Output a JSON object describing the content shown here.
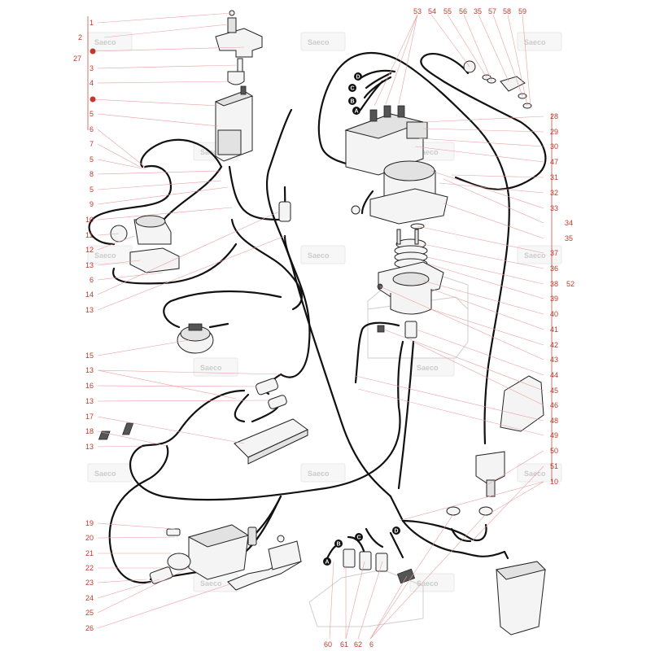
{
  "watermark": "Saeco",
  "labels": [
    {
      "id": "l1",
      "text": "1"
    },
    {
      "id": "l2",
      "text": "2"
    },
    {
      "id": "l27",
      "text": "27"
    },
    {
      "id": "l3",
      "text": "3"
    },
    {
      "id": "l4",
      "text": "4"
    },
    {
      "id": "l5a",
      "text": "5"
    },
    {
      "id": "l6a",
      "text": "6"
    },
    {
      "id": "l7",
      "text": "7"
    },
    {
      "id": "l5b",
      "text": "5"
    },
    {
      "id": "l8",
      "text": "8"
    },
    {
      "id": "l5c",
      "text": "5"
    },
    {
      "id": "l9",
      "text": "9"
    },
    {
      "id": "l10a",
      "text": "10"
    },
    {
      "id": "l11",
      "text": "11"
    },
    {
      "id": "l12",
      "text": "12"
    },
    {
      "id": "l13a",
      "text": "13"
    },
    {
      "id": "l6b",
      "text": "6"
    },
    {
      "id": "l14",
      "text": "14"
    },
    {
      "id": "l13b",
      "text": "13"
    },
    {
      "id": "l15",
      "text": "15"
    },
    {
      "id": "l13c",
      "text": "13"
    },
    {
      "id": "l16",
      "text": "16"
    },
    {
      "id": "l13d",
      "text": "13"
    },
    {
      "id": "l17",
      "text": "17"
    },
    {
      "id": "l18",
      "text": "18"
    },
    {
      "id": "l13e",
      "text": "13"
    },
    {
      "id": "l19",
      "text": "19"
    },
    {
      "id": "l20",
      "text": "20"
    },
    {
      "id": "l21",
      "text": "21"
    },
    {
      "id": "l22",
      "text": "22"
    },
    {
      "id": "l23",
      "text": "23"
    },
    {
      "id": "l24",
      "text": "24"
    },
    {
      "id": "l25",
      "text": "25"
    },
    {
      "id": "l26",
      "text": "26"
    },
    {
      "id": "l53",
      "text": "53"
    },
    {
      "id": "l54",
      "text": "54"
    },
    {
      "id": "l55",
      "text": "55"
    },
    {
      "id": "l56",
      "text": "56"
    },
    {
      "id": "l35a",
      "text": "35"
    },
    {
      "id": "l57",
      "text": "57"
    },
    {
      "id": "l58",
      "text": "58"
    },
    {
      "id": "l59",
      "text": "59"
    },
    {
      "id": "l28",
      "text": "28"
    },
    {
      "id": "l29",
      "text": "29"
    },
    {
      "id": "l30",
      "text": "30"
    },
    {
      "id": "l47",
      "text": "47"
    },
    {
      "id": "l31",
      "text": "31"
    },
    {
      "id": "l32",
      "text": "32"
    },
    {
      "id": "l33",
      "text": "33"
    },
    {
      "id": "l34",
      "text": "34"
    },
    {
      "id": "l35b",
      "text": "35"
    },
    {
      "id": "l37",
      "text": "37"
    },
    {
      "id": "l36",
      "text": "36"
    },
    {
      "id": "l38",
      "text": "38"
    },
    {
      "id": "l52",
      "text": "52"
    },
    {
      "id": "l39",
      "text": "39"
    },
    {
      "id": "l40",
      "text": "40"
    },
    {
      "id": "l41",
      "text": "41"
    },
    {
      "id": "l42",
      "text": "42"
    },
    {
      "id": "l43",
      "text": "43"
    },
    {
      "id": "l44",
      "text": "44"
    },
    {
      "id": "l45",
      "text": "45"
    },
    {
      "id": "l46",
      "text": "46"
    },
    {
      "id": "l48",
      "text": "48"
    },
    {
      "id": "l49",
      "text": "49"
    },
    {
      "id": "l50",
      "text": "50"
    },
    {
      "id": "l51",
      "text": "51"
    },
    {
      "id": "l10b",
      "text": "10"
    },
    {
      "id": "l60",
      "text": "60"
    },
    {
      "id": "l61",
      "text": "61"
    },
    {
      "id": "l62",
      "text": "62"
    },
    {
      "id": "l6c",
      "text": "6"
    }
  ],
  "connectors": [
    {
      "id": "cD1",
      "text": "D"
    },
    {
      "id": "cC1",
      "text": "C"
    },
    {
      "id": "cB1",
      "text": "B"
    },
    {
      "id": "cA1",
      "text": "A"
    },
    {
      "id": "cD2",
      "text": "D"
    },
    {
      "id": "cC2",
      "text": "C"
    },
    {
      "id": "cB2",
      "text": "B"
    },
    {
      "id": "cA2",
      "text": "A"
    }
  ],
  "colors": {
    "label": "#c0392b",
    "leader": "#e8a0a0",
    "line": "#111111"
  }
}
